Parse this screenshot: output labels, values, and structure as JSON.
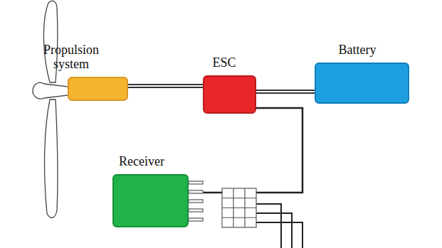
{
  "diagram": {
    "nodes": [
      {
        "text": [
          "Propulsion system"
        ]
      },
      {
        "text": [
          "ESC"
        ]
      },
      {
        "text": [
          "Battery"
        ]
      },
      {
        "text": [
          "Receiver"
        ]
      }
    ],
    "edges": [
      {
        "from": 0,
        "to": 1,
        "arrow": "none"
      },
      {
        "from": 1,
        "to": 2,
        "arrow": "none"
      },
      {
        "from": 1,
        "to": 3,
        "arrow": "none"
      }
    ]
  }
}
